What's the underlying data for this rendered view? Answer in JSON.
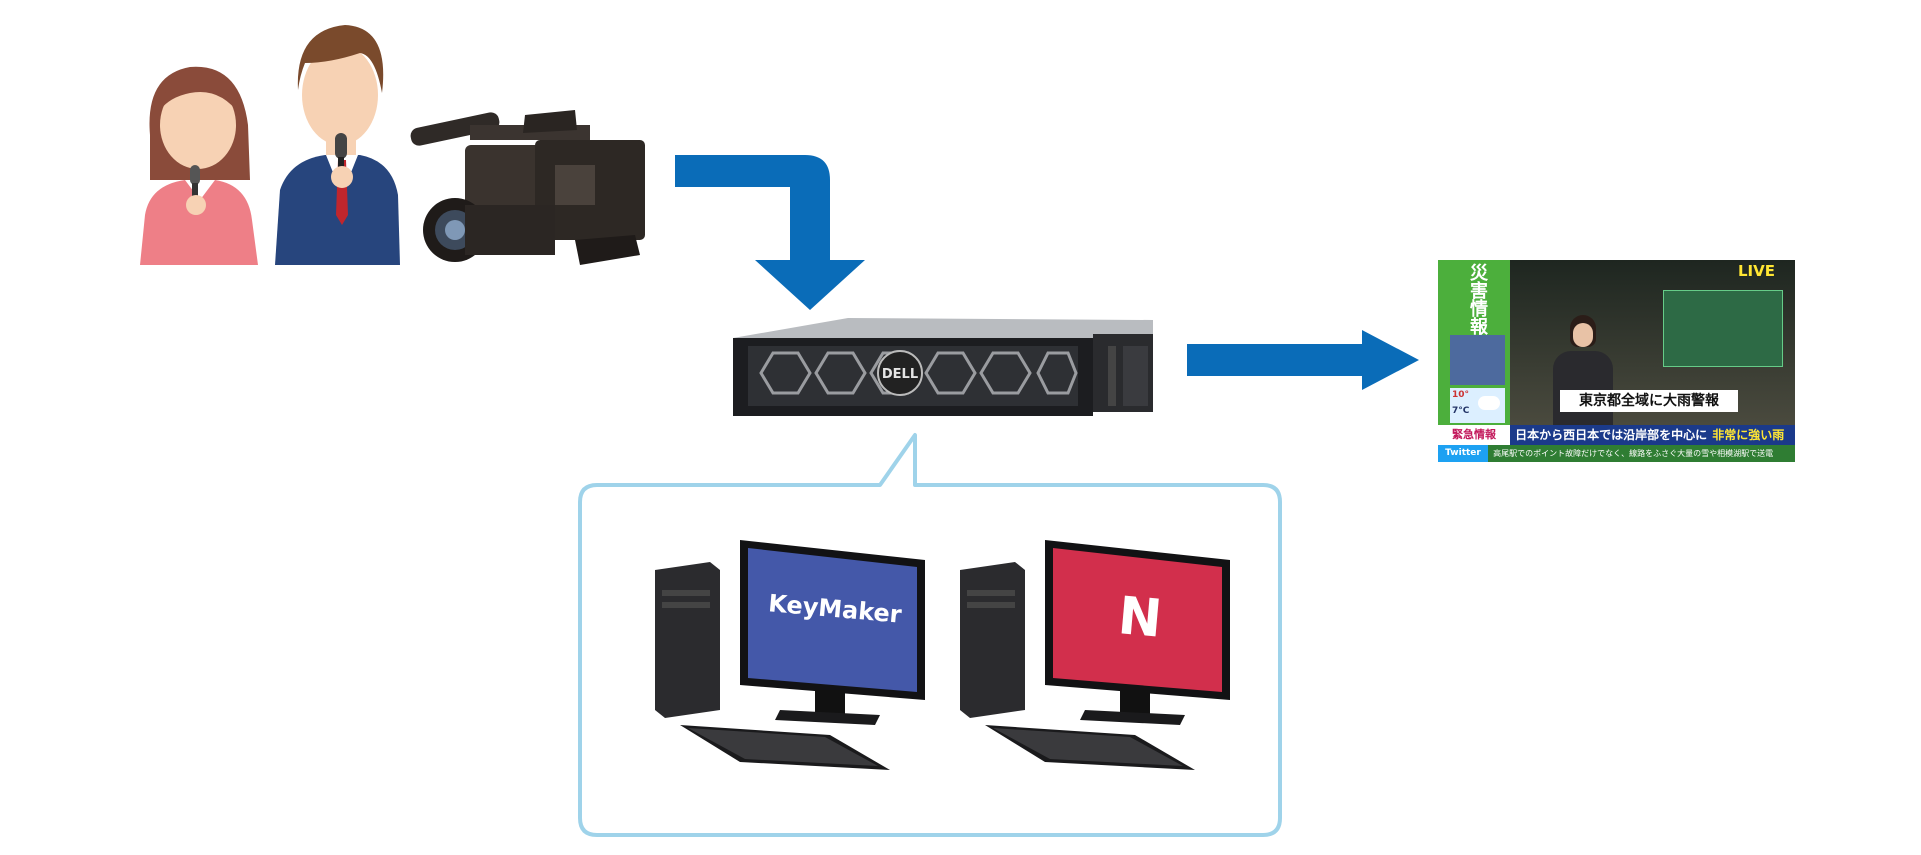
{
  "server": {
    "brand": "DELL"
  },
  "pc_left": {
    "screen_text": "KeyMaker",
    "screen_color": "#4458a9"
  },
  "pc_right": {
    "screen_text": "N",
    "screen_color": "#d22f4c"
  },
  "broadcast": {
    "side_title": "災害情報",
    "live_label": "LIVE",
    "headline": "東京都全域に大雨警報",
    "ticker_label": "緊急情報",
    "ticker_text": "日本から西日本では沿岸部を中心に",
    "ticker_highlight": "非常に強い雨",
    "twitter_label": "Twitter",
    "twitter_text": "高尾駅でのポイント故障だけでなく、線路をふさぐ大量の雪や相模湖駅で送電",
    "weather_temp_high": "10°",
    "weather_temp_low": "7°C"
  },
  "colors": {
    "arrow": "#0a6cb8",
    "bubble_border": "#9fd3ea",
    "tv_green": "#4caf3c"
  }
}
